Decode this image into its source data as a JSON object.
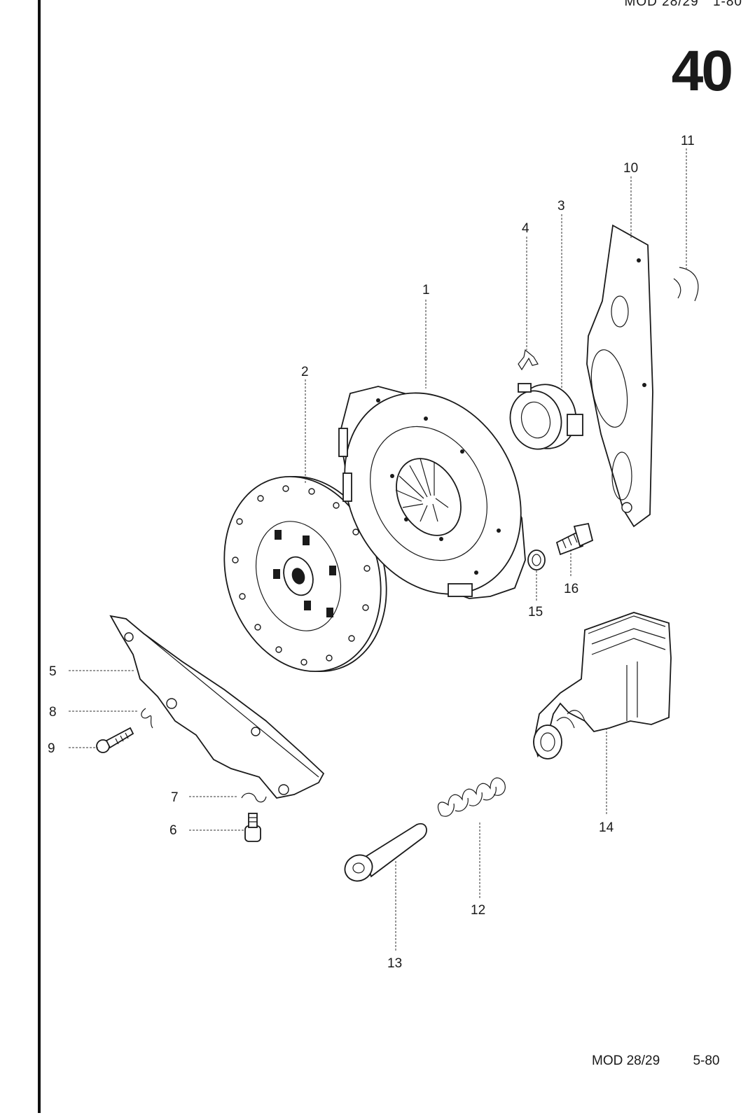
{
  "header": {
    "model": "MOD 28/29",
    "date": "1-80"
  },
  "section_number": "40",
  "callouts": [
    "1",
    "2",
    "3",
    "4",
    "5",
    "6",
    "7",
    "8",
    "9",
    "10",
    "11",
    "12",
    "13",
    "14",
    "15",
    "16"
  ],
  "footer": {
    "model": "MOD 28/29",
    "date": "5-80"
  }
}
